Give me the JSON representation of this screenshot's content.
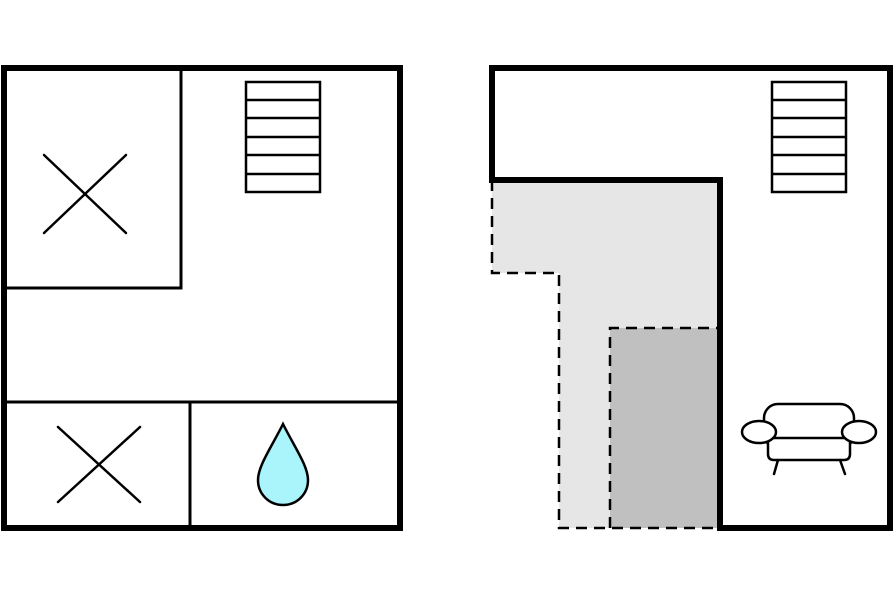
{
  "colors": {
    "background": "#ffffff",
    "wall": "#000000",
    "bathroom_icon_fill": "#aaf4fb",
    "open_to_below_fill": "#e6e6e6",
    "stair_void_fill": "#c0c0c0"
  },
  "floors": [
    {
      "label": "",
      "rooms": [
        {
          "type": "bedroom",
          "icon": "bed-cross-icon"
        },
        {
          "type": "bedroom",
          "icon": "bed-cross-icon"
        },
        {
          "type": "bathroom",
          "icon": "water-drop-icon"
        },
        {
          "type": "living-area",
          "icon": ""
        }
      ],
      "features": [
        "stairs-icon"
      ]
    },
    {
      "label": "",
      "rooms": [
        {
          "type": "loft",
          "icon": "armchair-icon"
        }
      ],
      "features": [
        "stairs-icon",
        "open-to-below-area",
        "stair-void-area"
      ]
    }
  ]
}
